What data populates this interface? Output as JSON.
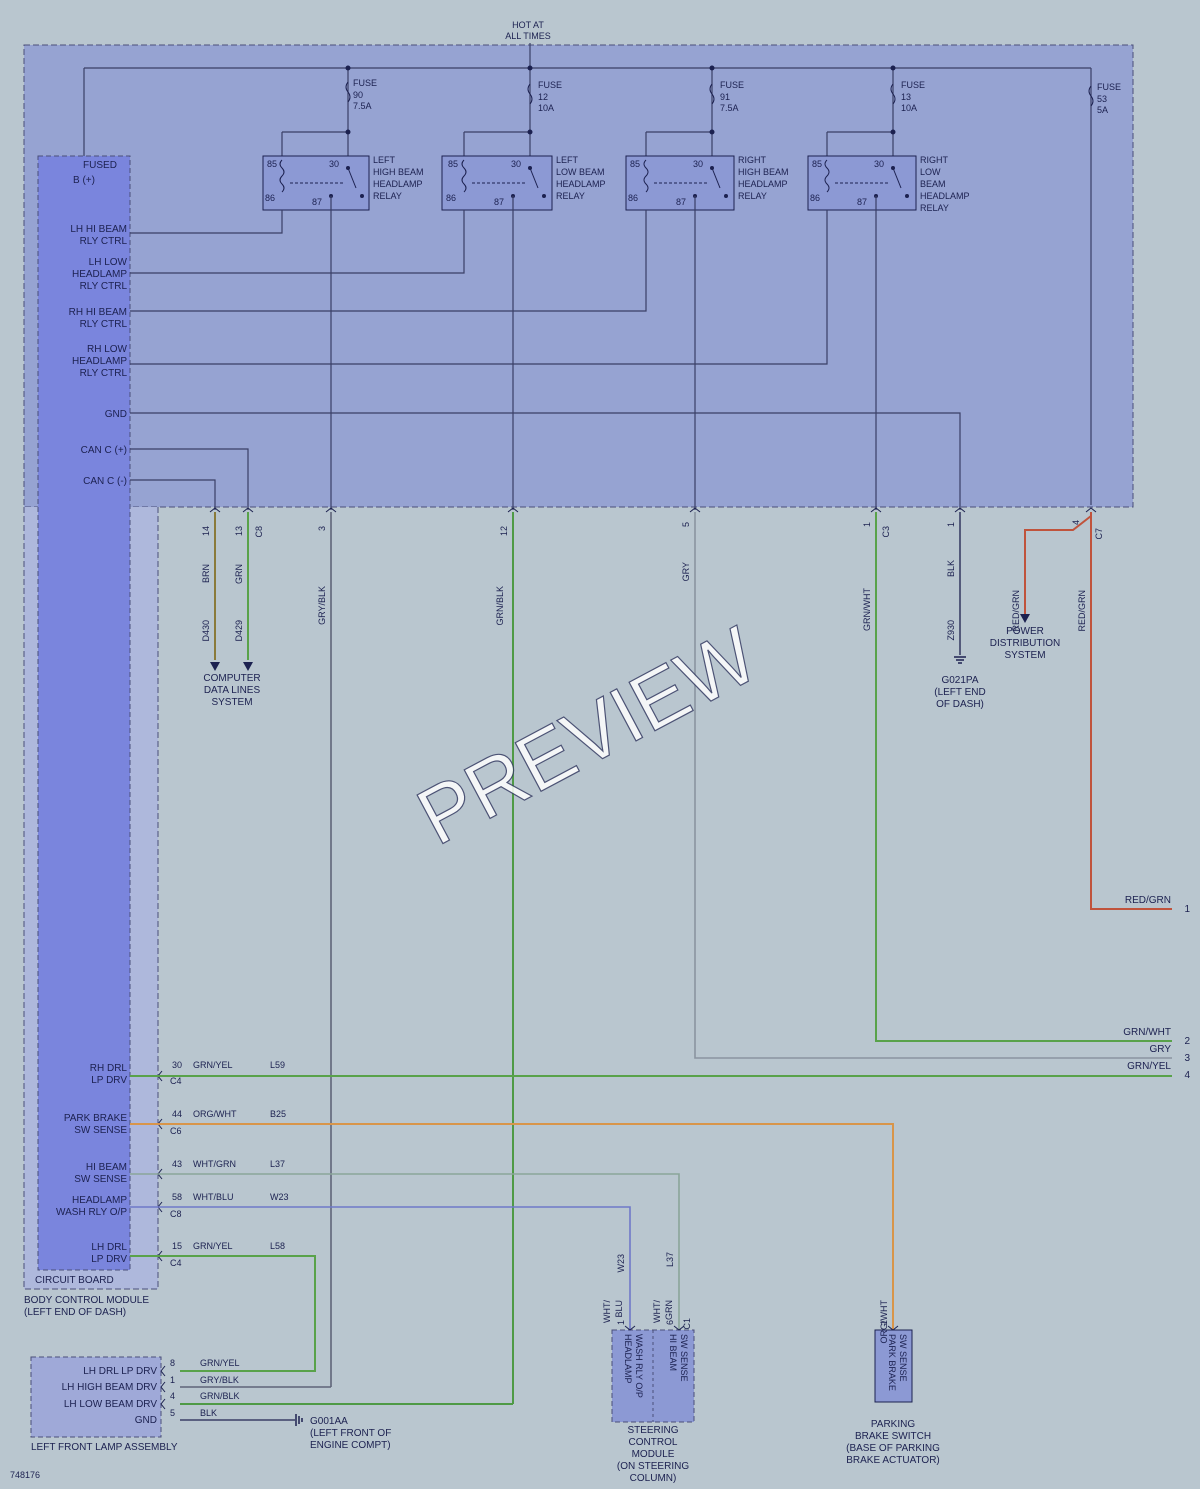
{
  "header": {
    "hot_line1": "HOT AT",
    "hot_line2": "ALL TIMES"
  },
  "fuses": [
    {
      "name": "FUSE",
      "num": "90",
      "rating": "7.5A"
    },
    {
      "name": "FUSE",
      "num": "12",
      "rating": "10A"
    },
    {
      "name": "FUSE",
      "num": "91",
      "rating": "7.5A"
    },
    {
      "name": "FUSE",
      "num": "13",
      "rating": "10A"
    },
    {
      "name": "FUSE",
      "num": "53",
      "rating": "5A"
    }
  ],
  "relays": [
    {
      "lines": [
        "LEFT",
        "HIGH BEAM",
        "HEADLAMP",
        "RELAY"
      ],
      "pins": [
        "85",
        "30",
        "86",
        "87"
      ]
    },
    {
      "lines": [
        "LEFT",
        "LOW BEAM",
        "HEADLAMP",
        "RELAY"
      ],
      "pins": [
        "85",
        "30",
        "86",
        "87"
      ]
    },
    {
      "lines": [
        "RIGHT",
        "HIGH BEAM",
        "HEADLAMP",
        "RELAY"
      ],
      "pins": [
        "85",
        "30",
        "86",
        "87"
      ]
    },
    {
      "lines": [
        "RIGHT",
        "LOW",
        "BEAM",
        "HEADLAMP",
        "RELAY"
      ],
      "pins": [
        "85",
        "30",
        "86",
        "87"
      ]
    }
  ],
  "bcm": {
    "fused_b": [
      "FUSED",
      "B (+)"
    ],
    "inner_labels": [
      [
        "LH HI BEAM",
        "RLY CTRL"
      ],
      [
        "LH LOW",
        "HEADLAMP",
        "RLY CTRL"
      ],
      [
        "RH HI BEAM",
        "RLY CTRL"
      ],
      [
        "RH LOW",
        "HEADLAMP",
        "RLY CTRL"
      ],
      [
        "GND"
      ],
      [
        "CAN C (+)"
      ],
      [
        "CAN C (-)"
      ]
    ],
    "lower_labels": [
      [
        "RH DRL",
        "LP DRV"
      ],
      [
        "PARK BRAKE",
        "SW SENSE"
      ],
      [
        "HI BEAM",
        "SW SENSE"
      ],
      [
        "HEADLAMP",
        "WASH RLY O/P"
      ],
      [
        "LH DRL",
        "LP DRV"
      ]
    ],
    "circuit_board": "CIRCUIT BOARD",
    "title": [
      "BODY CONTROL MODULE",
      "(LEFT END OF DASH)"
    ]
  },
  "connectors": {
    "can": [
      {
        "pin": "14",
        "color": "BRN",
        "circuit": "D430"
      },
      {
        "pin": "13",
        "conn": "C8",
        "color": "GRN",
        "circuit": "D429"
      }
    ],
    "mid": [
      {
        "pin": "3",
        "color": "GRY/BLK"
      },
      {
        "pin": "12",
        "color": "GRN/BLK"
      },
      {
        "pin": "5",
        "color": "GRY"
      },
      {
        "pin": "1",
        "conn": "C3",
        "color": "GRN/WHT"
      },
      {
        "pin": "1",
        "color": "BLK",
        "circuit": "Z930"
      },
      {
        "pin": "4",
        "conn": "C7",
        "color": "RED/GRN"
      }
    ],
    "power_branch_color": "RED/GRN",
    "lower": [
      {
        "pin": "30",
        "color": "GRN/YEL",
        "circuit": "L59",
        "conn": "C4"
      },
      {
        "pin": "44",
        "color": "ORG/WHT",
        "circuit": "B25",
        "conn": "C6"
      },
      {
        "pin": "43",
        "color": "WHT/GRN",
        "circuit": "L37",
        "conn": ""
      },
      {
        "pin": "58",
        "color": "WHT/BLU",
        "circuit": "W23",
        "conn": "C8"
      },
      {
        "pin": "15",
        "color": "GRN/YEL",
        "circuit": "L58",
        "conn": "C4"
      }
    ]
  },
  "destinations": {
    "data_lines": [
      "COMPUTER",
      "DATA LINES",
      "SYSTEM"
    ],
    "power_dist": [
      "POWER",
      "DISTRIBUTION",
      "SYSTEM"
    ],
    "ground_dash": [
      "G021PA",
      "(LEFT END",
      "OF DASH)"
    ],
    "ground_engine": [
      "G001AA",
      "(LEFT FRONT OF",
      "ENGINE COMPT)"
    ]
  },
  "right_terminals": [
    {
      "color": "RED/GRN",
      "num": "1"
    },
    {
      "color": "GRN/WHT",
      "num": "2"
    },
    {
      "color": "GRY",
      "num": "3"
    },
    {
      "color": "GRN/YEL",
      "num": "4"
    }
  ],
  "lamp_assembly": {
    "rows": [
      {
        "label": "LH DRL LP DRV",
        "pin": "8",
        "color": "GRN/YEL"
      },
      {
        "label": "LH HIGH BEAM DRV",
        "pin": "1",
        "color": "GRY/BLK"
      },
      {
        "label": "LH LOW BEAM DRV",
        "pin": "4",
        "color": "GRN/BLK"
      },
      {
        "label": "GND",
        "pin": "5",
        "color": "BLK"
      }
    ],
    "title": "LEFT FRONT LAMP ASSEMBLY"
  },
  "steering": {
    "left_wire": {
      "circuit": "W23",
      "color": [
        "WHT/",
        "BLU"
      ],
      "pin": "1"
    },
    "right_wire": {
      "circuit": "L37",
      "color": [
        "WHT/",
        "GRN"
      ],
      "pin": "6",
      "conn": "C1"
    },
    "box_left": [
      "HEADLAMP",
      "WASH RLY O/P"
    ],
    "box_right": [
      "HI BEAM",
      "SW SENSE"
    ],
    "title": [
      "STEERING",
      "CONTROL",
      "MODULE",
      "(ON STEERING",
      "COLUMN)"
    ]
  },
  "park_switch": {
    "wire": {
      "pin": "1",
      "color": "ORG/WHT"
    },
    "box": [
      "PARK BRAKE",
      "SW SENSE"
    ],
    "title": [
      "PARKING",
      "BRAKE SWITCH",
      "(BASE OF PARKING",
      "BRAKE ACTUATOR)"
    ]
  },
  "diagram_id": "748176",
  "watermark": "PREVIEW",
  "colors": {
    "background": "#b9c6cf",
    "upper_box": "#96a3d2",
    "bcm_column": "#7a85dd",
    "wire_green": "#59a24a",
    "wire_red": "#c0533c",
    "wire_orange": "#d8954a",
    "wire_gray": "#8a94a0",
    "wire_blue": "#6f78c8"
  }
}
